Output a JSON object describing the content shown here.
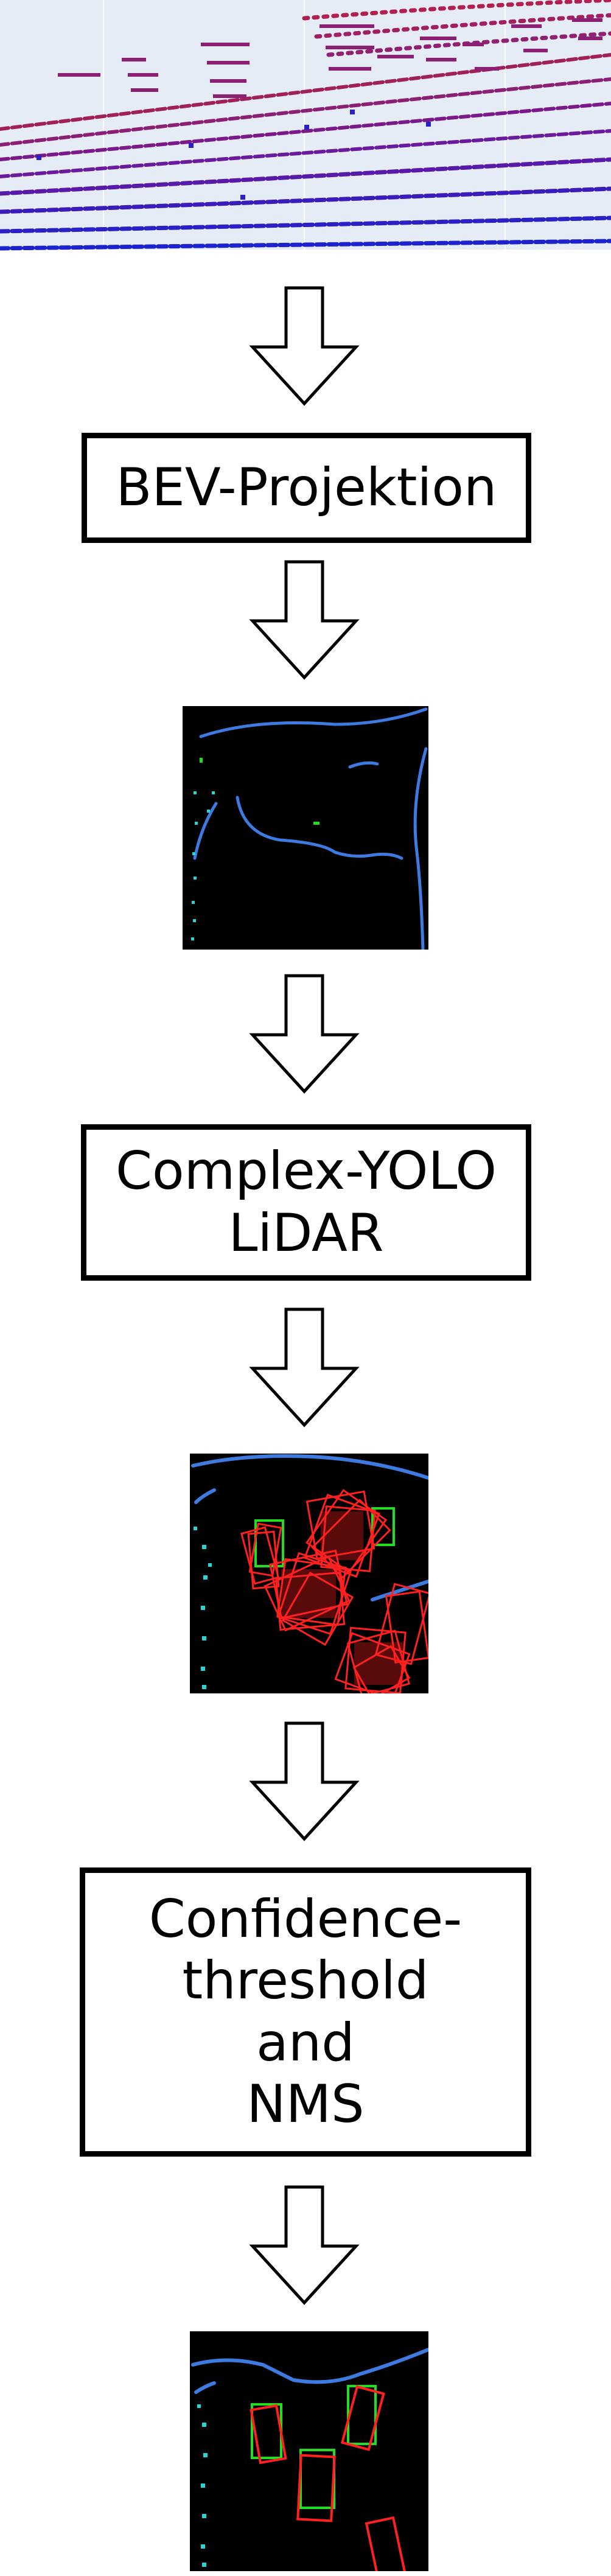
{
  "steps": {
    "bev_projection": {
      "label": "BEV-Projektion"
    },
    "model": {
      "line1": "Complex-YOLO",
      "line2": "LiDAR"
    },
    "postprocessing": {
      "line1": "Confidence-",
      "line2": "threshold",
      "line3": "and",
      "line4": "NMS"
    }
  },
  "colors": {
    "arrow_stroke": "#000000",
    "box_border": "#000000",
    "pointcloud_bg": "#e5ecf6",
    "lidar_points": "#7a1a8a",
    "bev_bg": "#000000",
    "bev_lines": "#3d7be0",
    "bev_cyan": "#2ad4d4",
    "detection_red": "#ff2020",
    "detection_green": "#22dd22"
  }
}
